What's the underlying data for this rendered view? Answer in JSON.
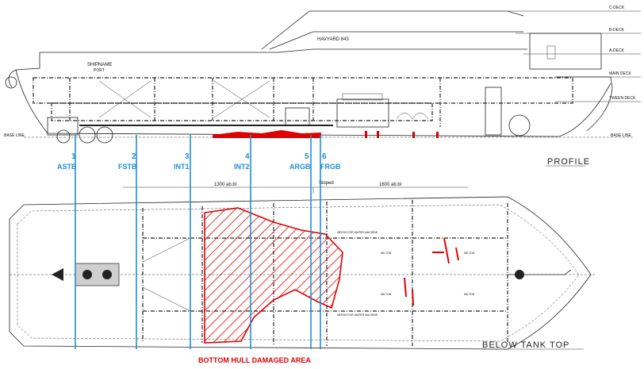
{
  "profile": {
    "decks": [
      "C-DECK",
      "B-DECK",
      "A-DECK",
      "MAIN DECK",
      "TWEEN DECK"
    ],
    "vessel_name": "HAVYARD 843",
    "ship_name": "SHIPNAME",
    "port_label": "PORT",
    "base_line_left": "BASE LINE",
    "base_line_right": "BASE LINE",
    "view_title": "PROFILE"
  },
  "sensors": [
    {
      "number": "1",
      "label": "ASTB"
    },
    {
      "number": "2",
      "label": "FSTB"
    },
    {
      "number": "3",
      "label": "INT1"
    },
    {
      "number": "4",
      "label": "INT2"
    },
    {
      "number": "5",
      "label": "ARGB"
    },
    {
      "number": "6",
      "label": "FRGB"
    }
  ],
  "plan": {
    "dim_left": "1300 ab.bl",
    "dim_right": "1600 ab.bl",
    "sloped_label": "Sloped",
    "view_title": "BELOW TANK TOP",
    "damage_caption": "BOTTOM HULL DAMAGED AREA",
    "tank_labels": [
      "MEEDS FOR WATER MACHINE",
      "MEEDS FOR WATER MACHINE",
      "WILTON",
      "WILTON",
      "WILTON",
      "WILTON"
    ]
  },
  "colors": {
    "sensor_blue": "#1f8fd0",
    "damage_red": "#e00000",
    "line": "#222222"
  }
}
